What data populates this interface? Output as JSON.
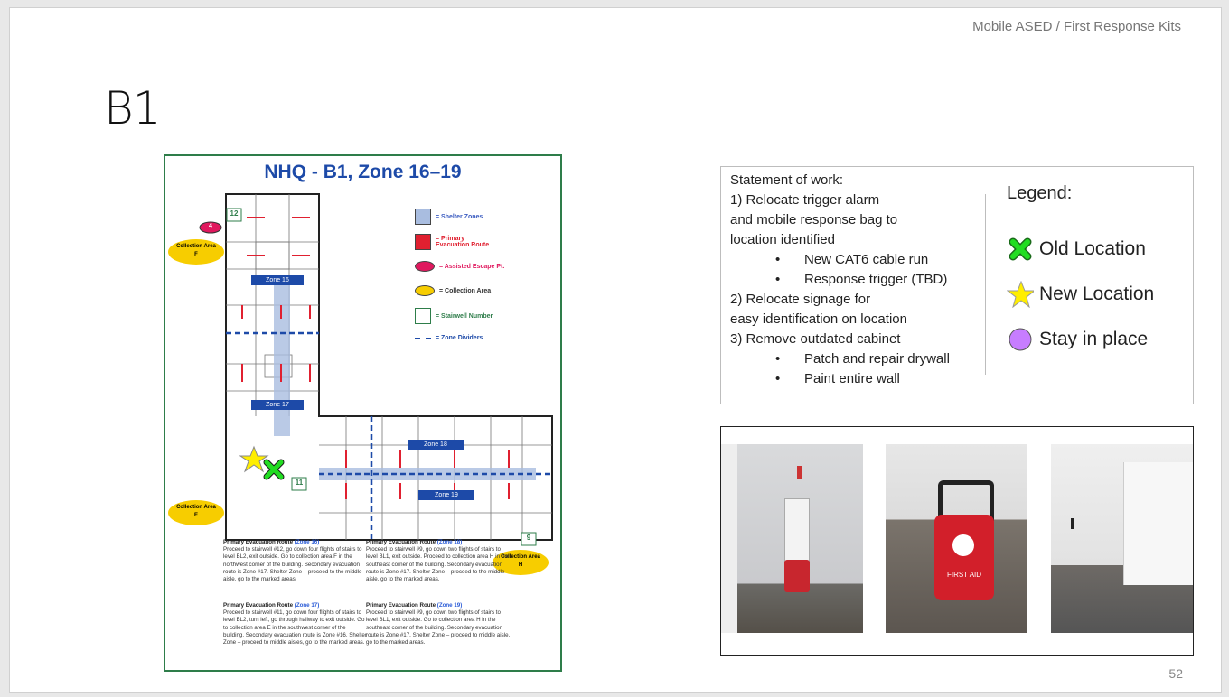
{
  "header": {
    "subtitle": "Mobile ASED / First Response Kits"
  },
  "slide": {
    "title": "B1",
    "page_number": "52"
  },
  "floor_plan": {
    "title": "NHQ - B1, Zone 16–19",
    "legend": [
      {
        "label": "= Shelter Zones",
        "color": "#a9bde0"
      },
      {
        "label": "= Primary Evacuation Route",
        "color": "#e02030"
      },
      {
        "label": "= Assisted Escape Pt.",
        "color": "#e0185e"
      },
      {
        "label": "= Collection Area",
        "color": "#f7cd00"
      },
      {
        "label": "= Stairwell Number",
        "color": "#2e7d4a"
      },
      {
        "label": "= Zone Dividers",
        "color": "#1d4aa8"
      }
    ],
    "zones": [
      "Zone 16",
      "Zone 17",
      "Zone 18",
      "Zone 19"
    ],
    "stairwells": [
      "12",
      "11",
      "9"
    ],
    "escape_point": "4",
    "collection_areas": [
      {
        "label": "Collection Area",
        "letter": "F"
      },
      {
        "label": "Collection Area",
        "letter": "E"
      },
      {
        "label": "Collection Area",
        "letter": "H"
      }
    ],
    "routes": [
      {
        "heading": "Primary Evacuation Route",
        "zone": "(Zone 16)",
        "text": "Proceed to stairwell #12, go down four flights of stairs to level BL2, exit outside. Go to collection area F in the northwest corner of the building. Secondary evacuation route is Zone #17. Shelter Zone – proceed to the middle aisle, go to the marked areas."
      },
      {
        "heading": "Primary Evacuation Route",
        "zone": "(Zone 17)",
        "text": "Proceed to stairwell #11, go down four flights of stairs to level BL2, turn left, go through hallway to exit outside. Go to collection area E in the southwest corner of the building. Secondary evacuation route is Zone #16. Shelter Zone – proceed to middle aisles, go to the marked areas."
      },
      {
        "heading": "Primary Evacuation Route",
        "zone": "(Zone 18)",
        "text": "Proceed to stairwell #9, go down two flights of stairs to level BL1, exit outside. Proceed to collection area H in the southeast corner of the building. Secondary evacuation route is Zone #17. Shelter Zone – proceed to the middle aisle, go to the marked areas."
      },
      {
        "heading": "Primary Evacuation Route",
        "zone": "(Zone 19)",
        "text": "Proceed to stairwell #9, go down two flights of stairs to level BL1, exit outside. Go to collection area H in the southeast corner of the building. Secondary evacuation route is Zone #17. Shelter Zone – proceed to middle aisle, go to the marked areas."
      }
    ]
  },
  "statement": {
    "lines": [
      {
        "text": "Statement of work:",
        "bullet": false
      },
      {
        "text": "1) Relocate trigger alarm",
        "bullet": false
      },
      {
        "text": "and mobile response bag to",
        "bullet": false
      },
      {
        "text": "location identified",
        "bullet": false
      },
      {
        "text": "New CAT6 cable run",
        "bullet": true
      },
      {
        "text": "Response trigger (TBD)",
        "bullet": true
      },
      {
        "text": "2) Relocate signage for",
        "bullet": false
      },
      {
        "text": "easy identification on location",
        "bullet": false
      },
      {
        "text": "3) Remove outdated cabinet",
        "bullet": false
      },
      {
        "text": "Patch and repair drywall",
        "bullet": true
      },
      {
        "text": "Paint entire wall",
        "bullet": true
      }
    ]
  },
  "legend": {
    "title": "Legend:",
    "items": [
      {
        "label": "Old Location",
        "icon": "green-x-icon",
        "color": "#22dd22"
      },
      {
        "label": "New Location",
        "icon": "yellow-star-icon",
        "color": "#ffee00"
      },
      {
        "label": "Stay in place",
        "icon": "purple-circle-icon",
        "color": "#c77dff"
      }
    ]
  },
  "photos": {
    "kit_label": "FIRST AID"
  }
}
